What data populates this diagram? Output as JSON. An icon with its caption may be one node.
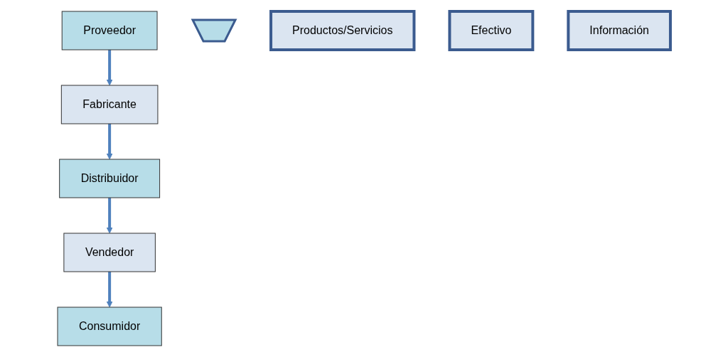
{
  "diagram": {
    "nodes": [
      {
        "text": [
          "Proveedor"
        ]
      },
      {
        "text": [
          "Fabricante"
        ]
      },
      {
        "text": [
          "Distribuidor"
        ]
      },
      {
        "text": [
          "Vendedor"
        ]
      },
      {
        "text": [
          "Consumidor"
        ]
      },
      {
        "text": [],
        "shape": "arrow"
      },
      {
        "text": [
          "Productos/Servicios"
        ]
      },
      {
        "text": [
          "Efectivo"
        ]
      },
      {
        "text": [
          "Información"
        ]
      }
    ],
    "edges": [
      {
        "from": 0,
        "to": 1,
        "arrow": "to"
      },
      {
        "from": 1,
        "to": 2,
        "arrow": "to"
      },
      {
        "from": 2,
        "to": 3,
        "arrow": "to"
      },
      {
        "from": 3,
        "to": 4,
        "arrow": "to"
      }
    ]
  }
}
